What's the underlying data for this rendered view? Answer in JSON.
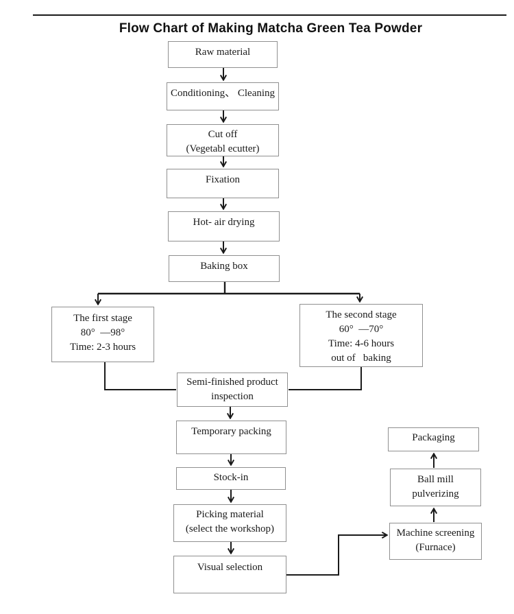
{
  "title": "Flow Chart of Making Matcha Green Tea Powder",
  "colors": {
    "line": "#1a1a1a",
    "box_border": "#8f8f8f",
    "text": "#1a1a1a",
    "background": "#ffffff"
  },
  "nodes": {
    "raw_material": {
      "lines": [
        "Raw material"
      ]
    },
    "conditioning": {
      "lines": [
        "Conditioning、 Cleaning"
      ]
    },
    "cut_off": {
      "lines": [
        "Cut off",
        "(Vegetabl ecutter)"
      ]
    },
    "fixation": {
      "lines": [
        "Fixation"
      ]
    },
    "hot_air_drying": {
      "lines": [
        "Hot- air drying"
      ]
    },
    "baking_box": {
      "lines": [
        "Baking box"
      ]
    },
    "first_stage": {
      "lines": [
        "The first stage",
        "80°  —98°",
        "Time: 2-3 hours"
      ]
    },
    "second_stage": {
      "lines": [
        "The second stage",
        "60°  —70°",
        "Time: 4-6 hours",
        "out of   baking"
      ]
    },
    "inspection": {
      "lines": [
        "Semi-finished product",
        "inspection"
      ]
    },
    "temporary_packing": {
      "lines": [
        "Temporary packing"
      ]
    },
    "stock_in": {
      "lines": [
        "Stock-in"
      ]
    },
    "picking_material": {
      "lines": [
        "Picking material",
        "(select the workshop)"
      ]
    },
    "visual_selection": {
      "lines": [
        "Visual selection"
      ]
    },
    "machine_screening": {
      "lines": [
        "Machine screening",
        "(Furnace)"
      ]
    },
    "ball_mill": {
      "lines": [
        "Ball mill",
        "pulverizing"
      ]
    },
    "packaging": {
      "lines": [
        "Packaging"
      ]
    }
  },
  "flow": {
    "main_path": [
      "Raw material",
      "Conditioning、 Cleaning",
      "Cut off",
      "Fixation",
      "Hot- air drying",
      "Baking box",
      "First/Second stage",
      "Semi-finished product inspection",
      "Temporary packing",
      "Stock-in",
      "Picking material",
      "Visual selection",
      "Machine screening",
      "Ball mill pulverizing",
      "Packaging"
    ]
  }
}
